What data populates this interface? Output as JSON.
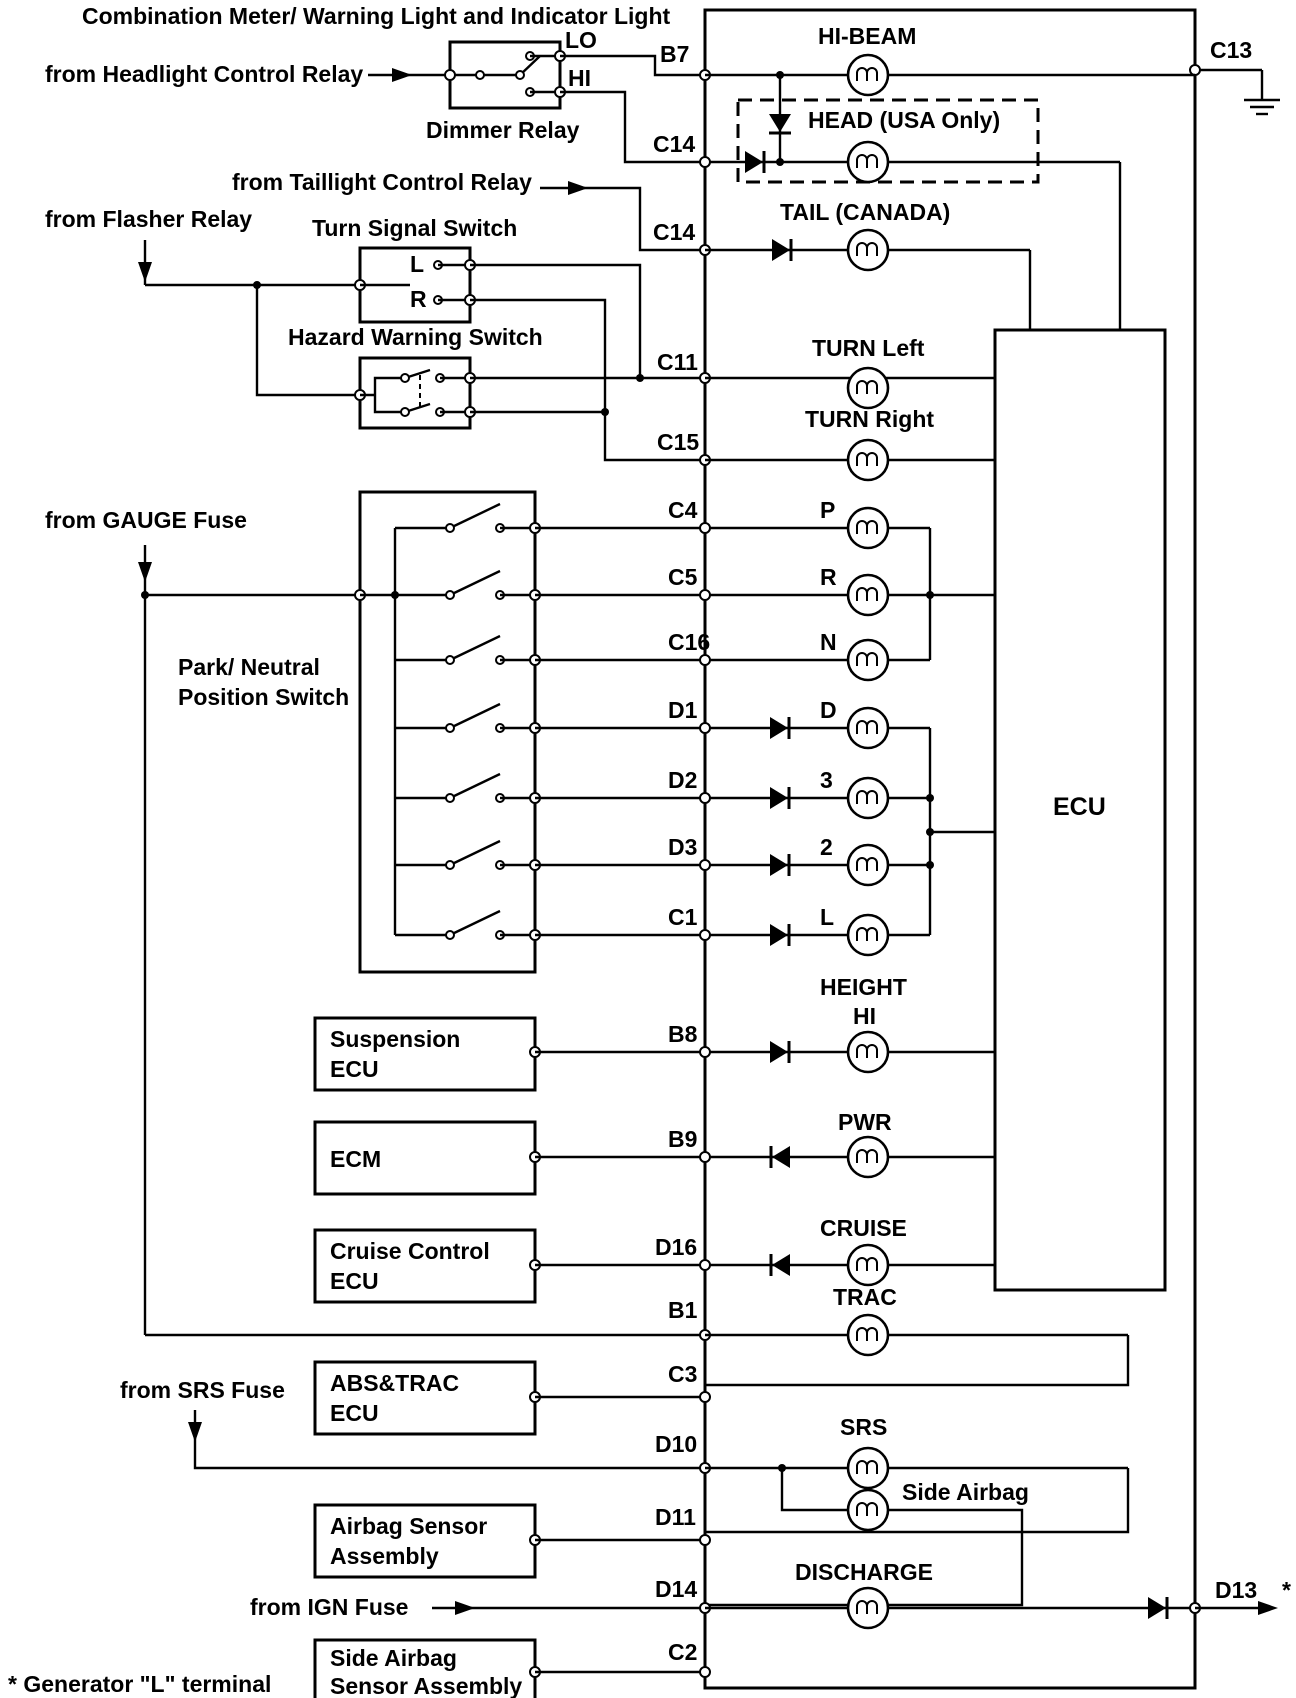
{
  "title": "Combination Meter/ Warning Light and Indicator Light",
  "sources": {
    "headlight_relay": "from Headlight Control Relay",
    "taillight_relay": "from Taillight Control Relay",
    "flasher_relay": "from Flasher Relay",
    "gauge_fuse": "from GAUGE Fuse",
    "srs_fuse": "from SRS Fuse",
    "ign_fuse": "from IGN Fuse"
  },
  "components": {
    "dimmer_relay": "Dimmer Relay",
    "dimmer_lo": "LO",
    "dimmer_hi": "HI",
    "turn_signal_switch": "Turn Signal Switch",
    "turn_l": "L",
    "turn_r": "R",
    "hazard_switch": "Hazard Warning Switch",
    "pn_switch_line1": "Park/ Neutral",
    "pn_switch_line2": "Position Switch",
    "suspension_ecu": [
      "Suspension",
      "ECU"
    ],
    "ecm": "ECM",
    "cruise_ecu": [
      "Cruise Control",
      "ECU"
    ],
    "abs_trac_ecu": [
      "ABS&TRAC",
      "ECU"
    ],
    "airbag_sensor": [
      "Airbag Sensor",
      "Assembly"
    ],
    "side_airbag_sensor": [
      "Side Airbag",
      "Sensor Assembly"
    ],
    "ecu": "ECU"
  },
  "connectors": {
    "b7": "B7",
    "c14a": "C14",
    "c14b": "C14",
    "c11": "C11",
    "c15": "C15",
    "c4": "C4",
    "c5": "C5",
    "c16": "C16",
    "d1": "D1",
    "d2": "D2",
    "d3": "D3",
    "c1": "C1",
    "b8": "B8",
    "b9": "B9",
    "d16": "D16",
    "b1": "B1",
    "c3": "C3",
    "d10": "D10",
    "d11": "D11",
    "d14": "D14",
    "c2": "C2",
    "c13": "C13",
    "d13": "D13",
    "d13_mark": "*"
  },
  "lamps": {
    "hi_beam": "HI-BEAM",
    "head": "HEAD (USA Only)",
    "tail": "TAIL (CANADA)",
    "turn_left": "TURN Left",
    "turn_right": "TURN Right",
    "p": "P",
    "r": "R",
    "n": "N",
    "d": "D",
    "three": "3",
    "two": "2",
    "l": "L",
    "height_1": "HEIGHT",
    "height_2": "HI",
    "pwr": "PWR",
    "cruise": "CRUISE",
    "trac": "TRAC",
    "srs": "SRS",
    "side_airbag": "Side Airbag",
    "discharge": "DISCHARGE"
  },
  "footnote": "* Generator \"L\" terminal"
}
